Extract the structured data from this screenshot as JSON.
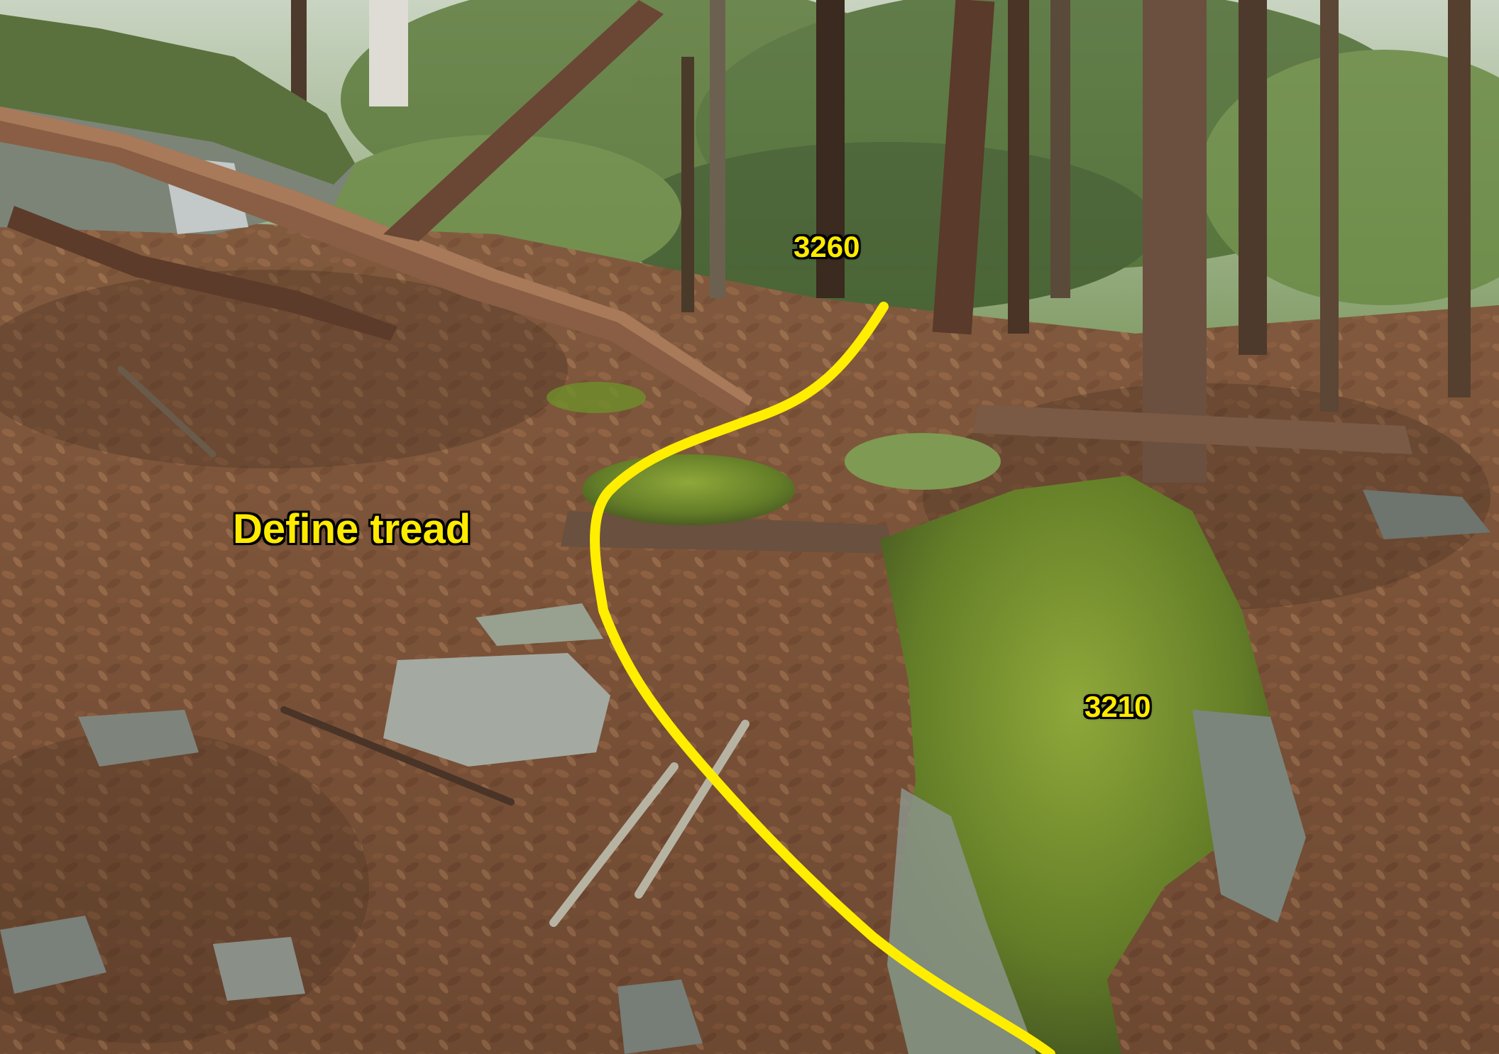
{
  "annotations": {
    "define_tread": "Define tread",
    "elevation_upper": "3260",
    "elevation_lower": "3210"
  },
  "colors": {
    "trail_line": "#ffee00",
    "label_text": "#ffeb00",
    "label_outline": "#000000",
    "forest_floor": "#7a5238",
    "moss": "#6f8f2a",
    "boulder": "#9aa39a"
  },
  "icons": [
    "trail-path-line"
  ]
}
